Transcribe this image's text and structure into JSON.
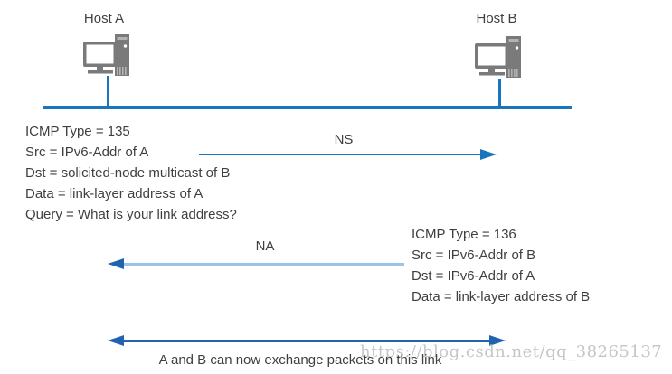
{
  "hosts": {
    "a": {
      "label": "Host A"
    },
    "b": {
      "label": "Host B"
    }
  },
  "ns": {
    "label": "NS",
    "details": [
      "ICMP Type = 135",
      "Src = IPv6-Addr of A",
      "Dst = solicited-node multicast of B",
      "Data = link-layer address of A",
      "Query = What is your link address?"
    ]
  },
  "na": {
    "label": "NA",
    "details": [
      "ICMP Type = 136",
      "Src = IPv6-Addr of B",
      "Dst = IPv6-Addr of A",
      "Data = link-layer address of B"
    ]
  },
  "caption": "A and B can now exchange packets on this link",
  "watermark": "https://blog.csdn.net/qq_38265137",
  "colors": {
    "link_blue": "#1b75bc",
    "na_light_blue": "#9cc3e6",
    "arrow_dark_blue": "#2063ae",
    "text_gray": "#3f3f3f",
    "icon_gray": "#7a7a7a",
    "watermark_gray": "#c6c6c6"
  }
}
